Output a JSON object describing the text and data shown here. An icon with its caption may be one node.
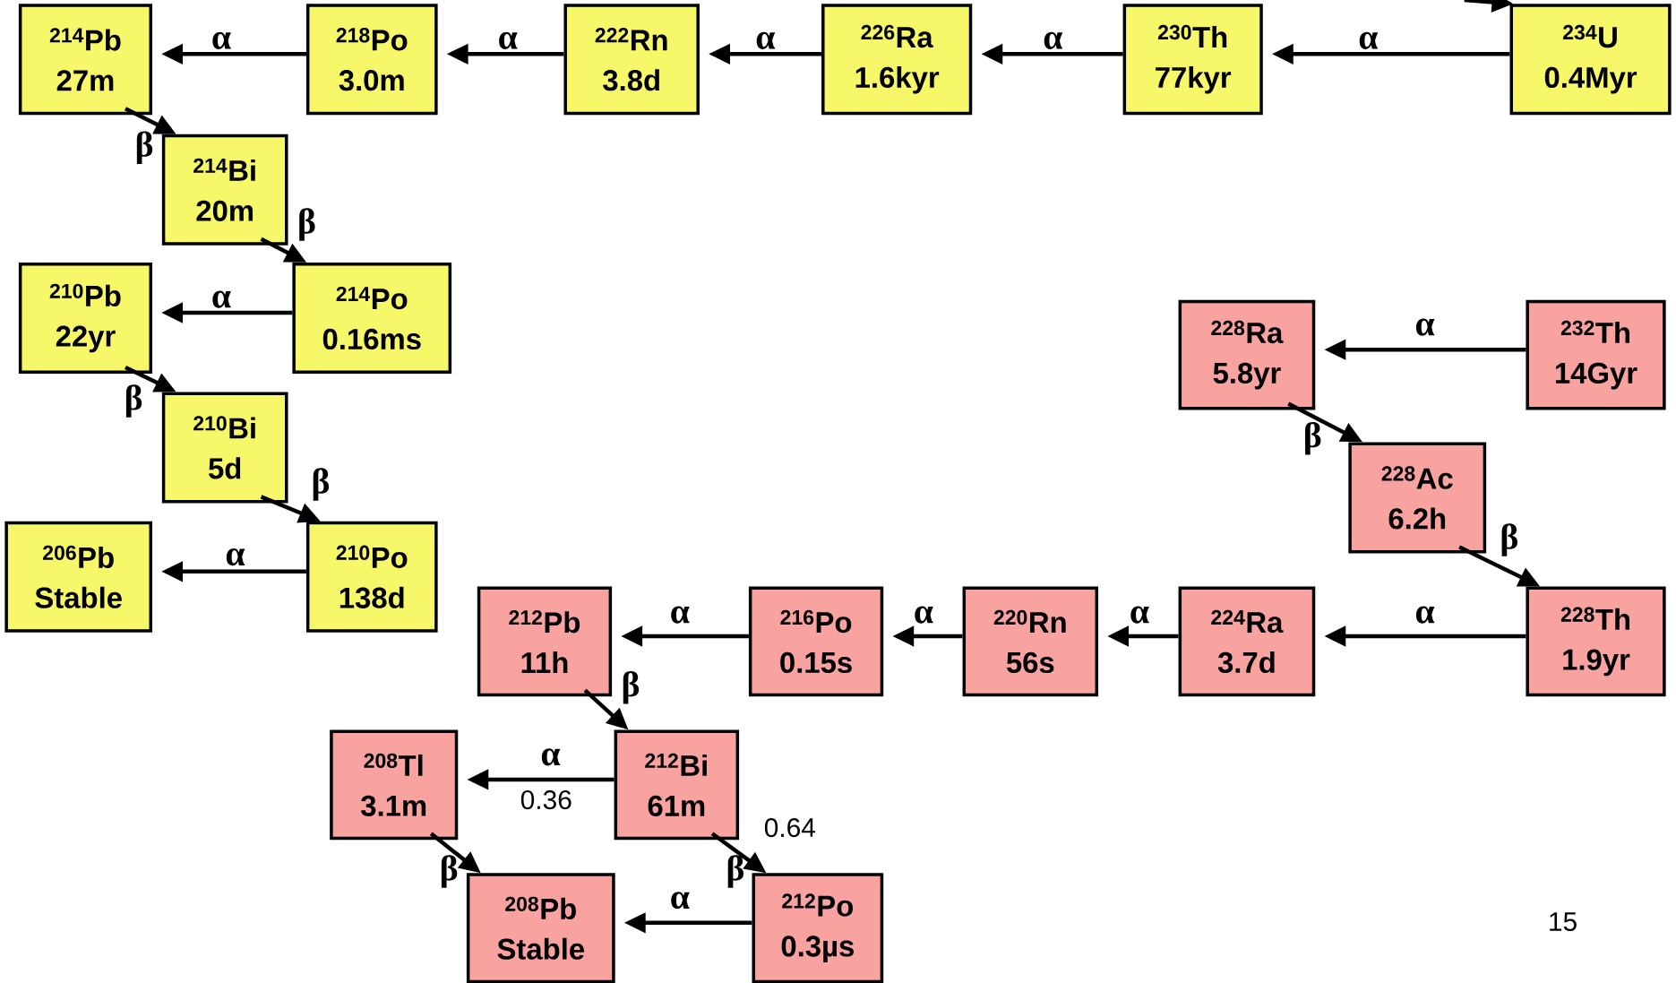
{
  "diagram": {
    "nodes": [
      {
        "text": [
          "$^{234}$U",
          "0.4Myr"
        ]
      },
      {
        "text": [
          "$^{230}$Th",
          "77kyr"
        ]
      },
      {
        "text": [
          "$^{226}$Ra",
          "1.6kyr"
        ]
      },
      {
        "text": [
          "$^{222}$Rn",
          "3.8d"
        ]
      },
      {
        "text": [
          "$^{218}$Po",
          "3.0m"
        ]
      },
      {
        "text": [
          "$^{214}$Pb",
          "27m"
        ]
      },
      {
        "text": [
          "$^{214}$Bi",
          "20m"
        ]
      },
      {
        "text": [
          "$^{214}$Po",
          "0.16ms"
        ]
      },
      {
        "text": [
          "$^{210}$Pb",
          "22yr"
        ]
      },
      {
        "text": [
          "$^{210}$Bi",
          "5d"
        ]
      },
      {
        "text": [
          "$^{210}$Po",
          "138d"
        ]
      },
      {
        "text": [
          "$^{206}$Pb",
          "Stable"
        ]
      },
      {
        "text": [
          "$^{232}$Th",
          "14Gyr"
        ]
      },
      {
        "text": [
          "$^{228}$Ra",
          "5.8yr"
        ]
      },
      {
        "text": [
          "$^{228}$Ac",
          "6.2h"
        ]
      },
      {
        "text": [
          "$^{228}$Th",
          "1.9yr"
        ]
      },
      {
        "text": [
          "$^{224}$Ra",
          "3.7d"
        ]
      },
      {
        "text": [
          "$^{220}$Rn",
          "56s"
        ]
      },
      {
        "text": [
          "$^{216}$Po",
          "0.15s"
        ]
      },
      {
        "text": [
          "$^{212}$Pb",
          "11h"
        ]
      },
      {
        "text": [
          "$^{212}$Bi",
          "61m"
        ]
      },
      {
        "text": [
          "$^{208}$Tl",
          "3.1m"
        ]
      },
      {
        "text": [
          "$^{212}$Po",
          "0.3µs"
        ]
      },
      {
        "text": [
          "$^{208}$Pb",
          "Stable"
        ]
      }
    ],
    "edges": [
      {
        "from": null,
        "to": 0,
        "arrow": "to"
      },
      {
        "from": 0,
        "to": 1,
        "arrow": "to",
        "label": "α"
      },
      {
        "from": 1,
        "to": 2,
        "arrow": "to",
        "label": "α"
      },
      {
        "from": 2,
        "to": 3,
        "arrow": "to",
        "label": "α"
      },
      {
        "from": 3,
        "to": 4,
        "arrow": "to",
        "label": "α"
      },
      {
        "from": 4,
        "to": 5,
        "arrow": "to",
        "label": "α"
      },
      {
        "from": 5,
        "to": 6,
        "arrow": "to",
        "label": "β"
      },
      {
        "from": 6,
        "to": 7,
        "arrow": "to",
        "label": "β"
      },
      {
        "from": 7,
        "to": 8,
        "arrow": "to",
        "label": "α"
      },
      {
        "from": 8,
        "to": 9,
        "arrow": "to",
        "label": "β"
      },
      {
        "from": 9,
        "to": 10,
        "arrow": "to",
        "label": "β"
      },
      {
        "from": 10,
        "to": 11,
        "arrow": "to",
        "label": "α"
      },
      {
        "from": 12,
        "to": 13,
        "arrow": "to",
        "label": "α"
      },
      {
        "from": 13,
        "to": 14,
        "arrow": "to",
        "label": "β"
      },
      {
        "from": 14,
        "to": 15,
        "arrow": "to",
        "label": "β"
      },
      {
        "from": 15,
        "to": 16,
        "arrow": "to",
        "label": "α"
      },
      {
        "from": 16,
        "to": 17,
        "arrow": "to",
        "label": "α"
      },
      {
        "from": 17,
        "to": 18,
        "arrow": "to",
        "label": "α"
      },
      {
        "from": 18,
        "to": 19,
        "arrow": "to",
        "label": "α"
      },
      {
        "from": 19,
        "to": 20,
        "arrow": "to",
        "label": "β"
      },
      {
        "from": 20,
        "to": 21,
        "arrow": "to",
        "label": "α"
      },
      {
        "from": 20,
        "to": 22,
        "arrow": "to",
        "label": "β"
      },
      {
        "from": 21,
        "to": 23,
        "arrow": "to",
        "label": "β"
      },
      {
        "from": 22,
        "to": 23,
        "arrow": "to",
        "label": "α"
      }
    ],
    "labels": [
      "0.36",
      "0.64",
      "15"
    ]
  }
}
